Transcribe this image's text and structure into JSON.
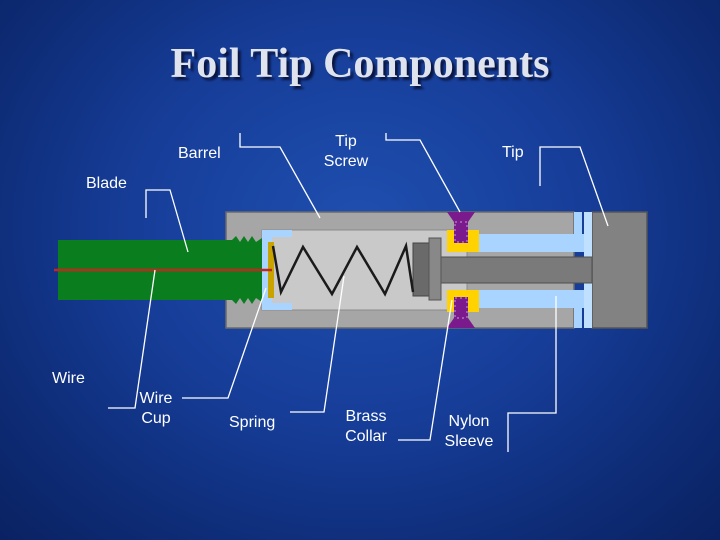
{
  "title": "Foil Tip Components",
  "labels": {
    "barrel": "Barrel",
    "tip_screw_1": "Tip",
    "tip_screw_2": "Screw",
    "tip": "Tip",
    "blade": "Blade",
    "wire": "Wire",
    "wire_cup_1": "Wire",
    "wire_cup_2": "Cup",
    "spring": "Spring",
    "brass_collar_1": "Brass",
    "brass_collar_2": "Collar",
    "nylon_sleeve_1": "Nylon",
    "nylon_sleeve_2": "Sleeve"
  },
  "colors": {
    "background": "#163d98",
    "blade": "#0a7d1f",
    "wire": "#c0281e",
    "barrel": "#a6a6a6",
    "nylon_sleeve": "#a8d4ff",
    "brass_collar": "#ffd200",
    "tip_screw": "#7a1a8c",
    "leader_lines": "#ffffff"
  }
}
